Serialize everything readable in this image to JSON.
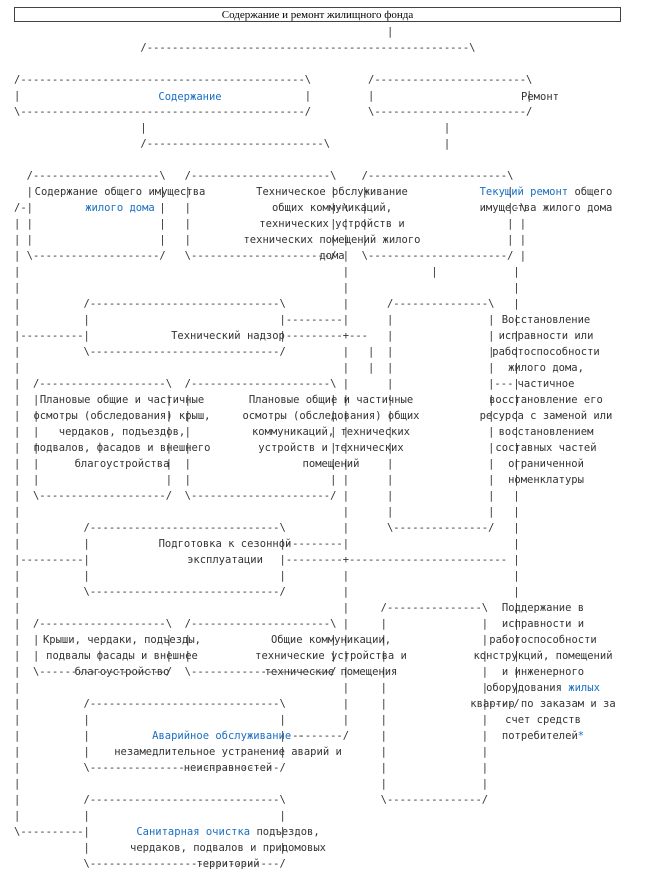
{
  "title": "Содержание и ремонт жилищного фонда",
  "branches": {
    "maintenance": "Содержание",
    "repair": "Ремонт"
  },
  "boxes": {
    "common_property": {
      "prefix": "Содержание общего имущества",
      "link": "жилого дома"
    },
    "tech_service": "Техническое обслуживание общих коммуникаций, технических устройств и технических помещений жилого дома",
    "current_repair": {
      "link": "Текущий ремонт",
      "suffix": "общего имущества жилого дома"
    },
    "tech_supervision": "Технический надзор",
    "restoration": "Восстановление исправности или работоспособности жилого дома, частичное восстановление его ресурса с заменой или восстановлением составных частей ограниченной номенклатуры",
    "inspections_roofs": "Плановые общие и частичные осмотры (обследования) крыш, чердаков, подъездов, подвалов, фасадов и внешнего благоустройства",
    "inspections_comm": "Плановые общие и частичные осмотры (обследования) общих коммуникаций, технических устройств и технических помещений",
    "seasonal_prep": "Подготовка к сезонной эксплуатации",
    "roofs": "Крыши, чердаки, подъезды, подвалы фасады и внешнее благоустройство",
    "comm": "Общие коммуникации, технические устройства и технические помещения",
    "upkeep": {
      "prefix": "Поддержание в исправности и работоспособности конструкций, помещений и инженерного оборудования",
      "link": "жилых",
      "suffix": "квартир по заказам и за счет средств потребителей",
      "mark": "*"
    },
    "emergency": {
      "link": "Аварийное обслуживание",
      "suffix": "- незамедлительное устранение аварий и неисправностей"
    },
    "sanitary": {
      "link": "Санитарная очистка",
      "suffix": "подъездов, чердаков, подвалов и придомовых территорий"
    }
  }
}
